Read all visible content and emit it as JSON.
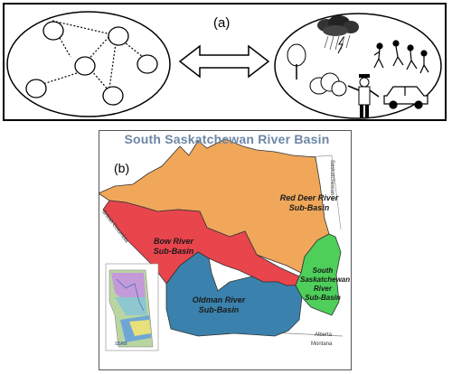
{
  "panel_a": {
    "label": "(a)"
  },
  "panel_b": {
    "label": "(b)",
    "title": "South Saskatchewan River Basin",
    "regions": [
      {
        "name": "Red Deer River",
        "line2": "Sub-Basin",
        "color": "#f0a75a"
      },
      {
        "name": "Bow River",
        "line2": "Sub-Basin",
        "color": "#e8454d"
      },
      {
        "name": "Oldman River",
        "line2": "Sub-Basin",
        "color": "#3a82ad"
      },
      {
        "name": "South Saskatchewan River",
        "line2": "Sub-Basin",
        "color": "#4dcf5a"
      }
    ],
    "borders": {
      "west": "British Columbia",
      "east": "Saskatchewan",
      "south_left": "Alberta",
      "south_right": "Montana"
    },
    "inset_label": "SSRB"
  }
}
